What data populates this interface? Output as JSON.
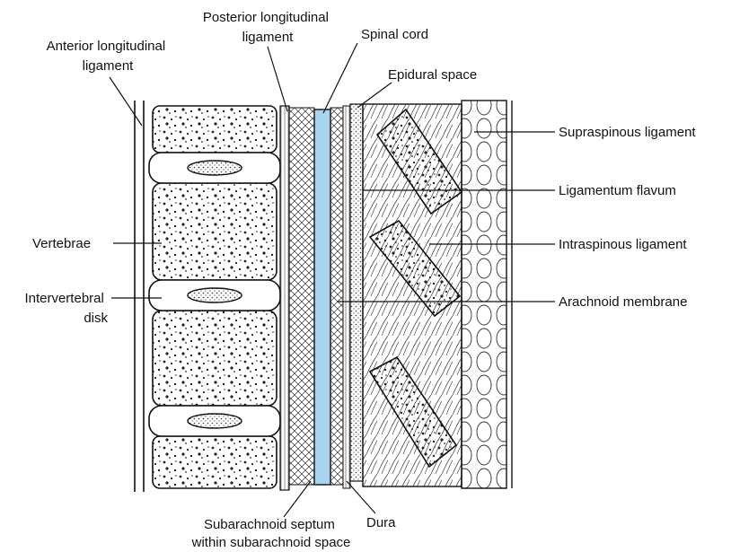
{
  "labels": {
    "anterior_longitudinal_ligament": [
      "Anterior longitudinal",
      "ligament"
    ],
    "posterior_longitudinal_ligament": [
      "Posterior longitudinal",
      "ligament"
    ],
    "spinal_cord": "Spinal cord",
    "epidural_space": "Epidural space",
    "supraspinous_ligament": "Supraspinous ligament",
    "ligamentum_flavum": "Ligamentum flavum",
    "vertebrae": "Vertebrae",
    "intraspinous_ligament": "Intraspinous ligament",
    "intervertebral_disk": [
      "Intervertebral",
      "disk"
    ],
    "arachnoid_membrane": "Arachnoid membrane",
    "subarachnoid_septum": [
      "Subarachnoid septum",
      "within subarachnoid space"
    ],
    "dura": "Dura"
  },
  "colors": {
    "spinal_cord": "#a9d4ef",
    "line": "#111111",
    "background": "#ffffff"
  }
}
